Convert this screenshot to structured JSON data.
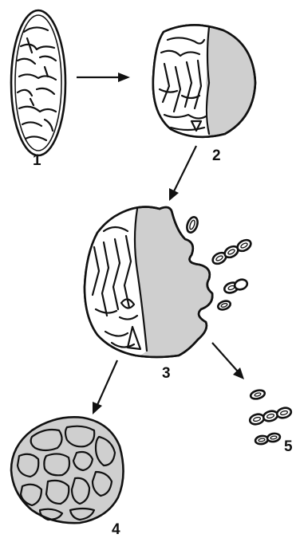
{
  "stage_labels": {
    "one": "1",
    "two": "2",
    "three": "3",
    "four": "4",
    "five": "5"
  },
  "colors": {
    "ink": "#111111",
    "swollen_matrix": "#cfcfcf",
    "background": "#ffffff"
  }
}
